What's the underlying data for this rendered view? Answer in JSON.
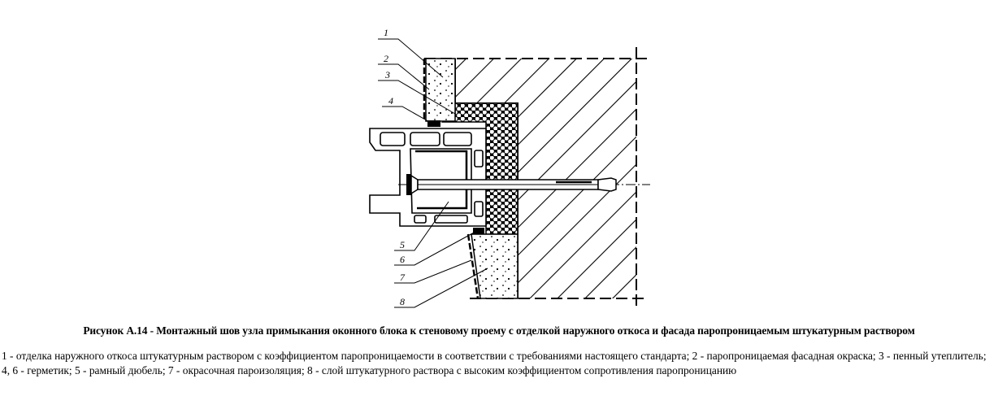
{
  "figure": {
    "callouts": [
      "1",
      "2",
      "3",
      "4",
      "5",
      "6",
      "7",
      "8"
    ]
  },
  "caption": "Рисунок А.14 - Монтажный шов узла примыкания оконного блока к стеновому проему с отделкой наружного откоса и фасада паропроницаемым штукатурным раствором",
  "legend": "1 - отделка наружного откоса штукатурным раствором с коэффициентом паропроницаемости в соответствии с требованиями настоящего стандарта; 2 - паропроницаемая фасадная окраска; 3 - пенный утеплитель; 4, 6 - герметик; 5 - рамный дюбель; 7 - окрасочная пароизоляция; 8 - слой штукатурного раствора с высоким коэффициентом сопротивления паропроницанию"
}
